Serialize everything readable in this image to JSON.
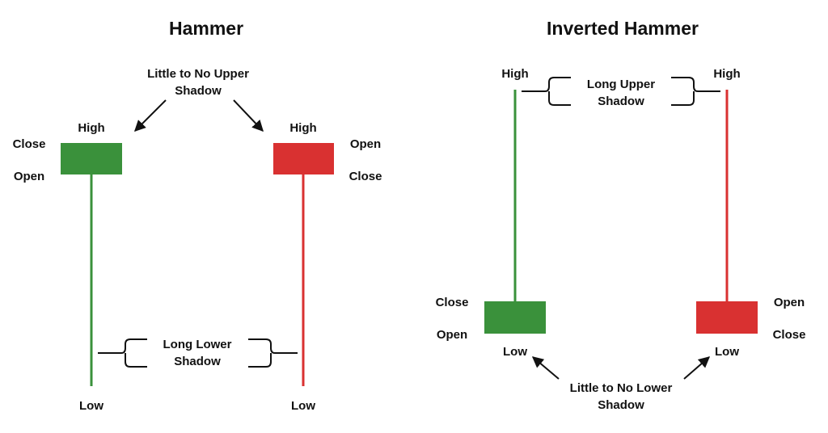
{
  "colors": {
    "bullish": "#3a913b",
    "bearish": "#d93131",
    "text": "#111111",
    "arrow": "#111111"
  },
  "hammer": {
    "title": "Hammer",
    "upper_note_line1": "Little to No Upper",
    "upper_note_line2": "Shadow",
    "lower_note_line1": "Long Lower",
    "lower_note_line2": "Shadow",
    "green": {
      "high": "High",
      "low": "Low",
      "top_label": "Close",
      "bottom_label": "Open"
    },
    "red": {
      "high": "High",
      "low": "Low",
      "top_label": "Open",
      "bottom_label": "Close"
    }
  },
  "inverted": {
    "title": "Inverted Hammer",
    "upper_note_line1": "Long Upper",
    "upper_note_line2": "Shadow",
    "lower_note_line1": "Little to No Lower",
    "lower_note_line2": "Shadow",
    "green": {
      "high": "High",
      "low": "Low",
      "top_label": "Close",
      "bottom_label": "Open"
    },
    "red": {
      "high": "High",
      "low": "Low",
      "top_label": "Open",
      "bottom_label": "Close"
    }
  }
}
